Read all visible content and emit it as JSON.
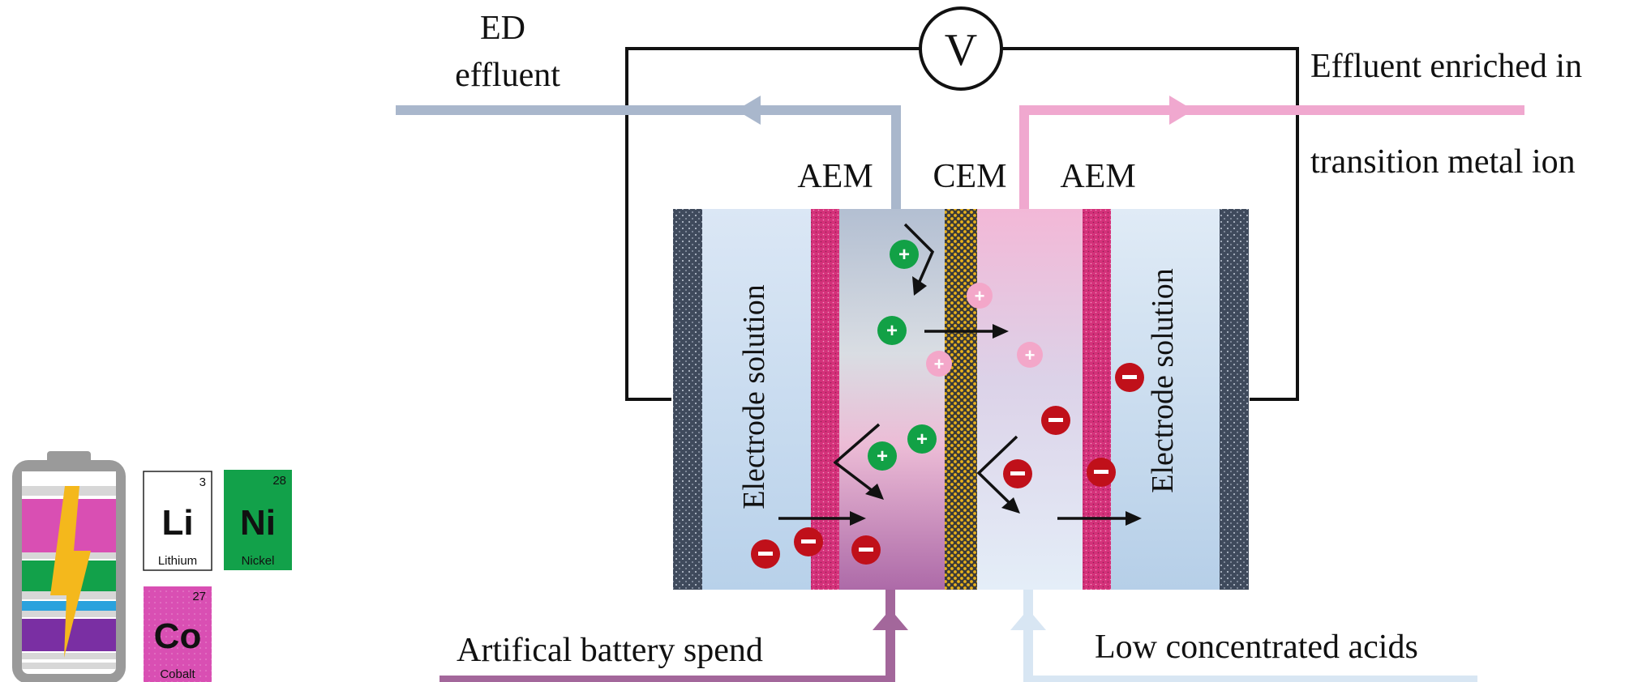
{
  "labels": {
    "ed_effluent_line1": "ED",
    "ed_effluent_line2": "effluent",
    "effluent_enriched_line1": "Effluent enriched in",
    "effluent_enriched_line2": "transition metal ion",
    "voltmeter": "V",
    "membrane_aem_left": "AEM",
    "membrane_cem": "CEM",
    "membrane_aem_right": "AEM",
    "electrode_solution_left": "Electrode solution",
    "electrode_solution_right": "Electrode solution",
    "artificial_battery_spend": "Artifical battery spend",
    "low_concentrated_acids": "Low concentrated acids"
  },
  "elements": [
    {
      "number": "3",
      "symbol": "Li",
      "name": "Lithium"
    },
    {
      "number": "28",
      "symbol": "Ni",
      "name": "Nickel"
    },
    {
      "number": "27",
      "symbol": "Co",
      "name": "Cobalt"
    }
  ],
  "colors": {
    "ed_effluent_stream": "#a9b7cc",
    "enriched_stream": "#f0a8cf",
    "battery_feed_stream": "#a3679b",
    "acid_feed_stream": "#d8e6f3",
    "aem_membrane": "#d4317a",
    "cem_membrane": "#e8b21c",
    "electrode": "#3f4a5c",
    "cation_green": "#12a146",
    "cation_pink": "#f3a7c9",
    "anion_red": "#c0101a",
    "lithium_tile": "#ffffff",
    "nickel_tile": "#12a14a",
    "cobalt_tile": "#d94fb3"
  },
  "icons": [
    "battery-icon",
    "lightning-bolt-icon",
    "voltmeter-icon"
  ]
}
